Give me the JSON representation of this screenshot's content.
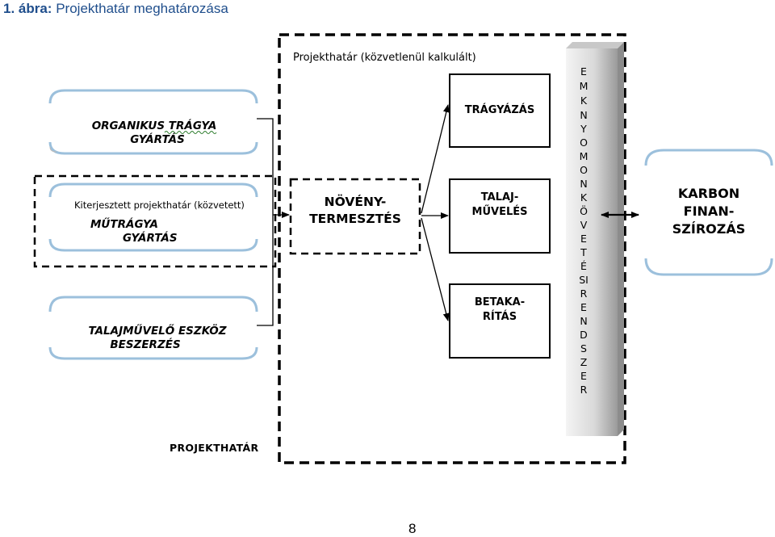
{
  "caption": {
    "number": "1. ábra:",
    "title": "Projekthatár meghatározása"
  },
  "labels": {
    "direct_boundary": "Projekthatár (közvetlenül kalkulált)",
    "extended_boundary": "Kiterjesztett projekthatár (közvetett)",
    "project_boundary": "PROJEKTHATÁR"
  },
  "inputs": [
    {
      "line1": "ORGANIKUS TRÁGYA",
      "line2": "GYÁRTÁS"
    },
    {
      "line1": "MŰTRÁGYA",
      "line2": "GYÁRTÁS"
    },
    {
      "line1": "TALAJMŰVELŐ ESZKÖZ",
      "line2": "BESZERZÉS"
    }
  ],
  "central": {
    "line1": "NÖVÉNY-",
    "line2": "TERMESZTÉS"
  },
  "activities": [
    {
      "line1": "TRÁGYÁZÁS",
      "line2": ""
    },
    {
      "line1": "TALAJ-",
      "line2": "MŰVELÉS"
    },
    {
      "line1": "BETAKA-",
      "line2": "RÍTÁS"
    }
  ],
  "vertical_bar_letters": [
    "E",
    "M",
    "K",
    "",
    "N",
    "Y",
    "O",
    "M",
    "O",
    "N",
    "K",
    "Ö",
    "V",
    "E",
    "T",
    "É",
    "SI",
    "",
    "R",
    "E",
    "N",
    "D",
    "S",
    "Z",
    "E",
    "R"
  ],
  "karbon": {
    "line1": "KARBON",
    "line2": "FINAN-",
    "line3": "SZÍROZÁS"
  },
  "page_number": "8"
}
